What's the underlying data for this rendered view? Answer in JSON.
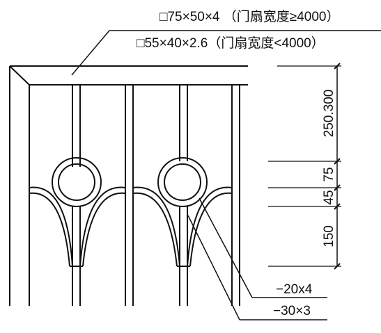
{
  "labels": {
    "frame_large": "□75×50×4 （门扇宽度≥4000）",
    "frame_small": "□55×40×2.6（门扇宽度<4000）",
    "bar_flat": "−20x4",
    "bar_ring": "−30×3"
  },
  "dimensions": [
    "250.300",
    "75",
    "45",
    "150"
  ],
  "colors": {
    "line": "#111111",
    "background": "#ffffff"
  }
}
